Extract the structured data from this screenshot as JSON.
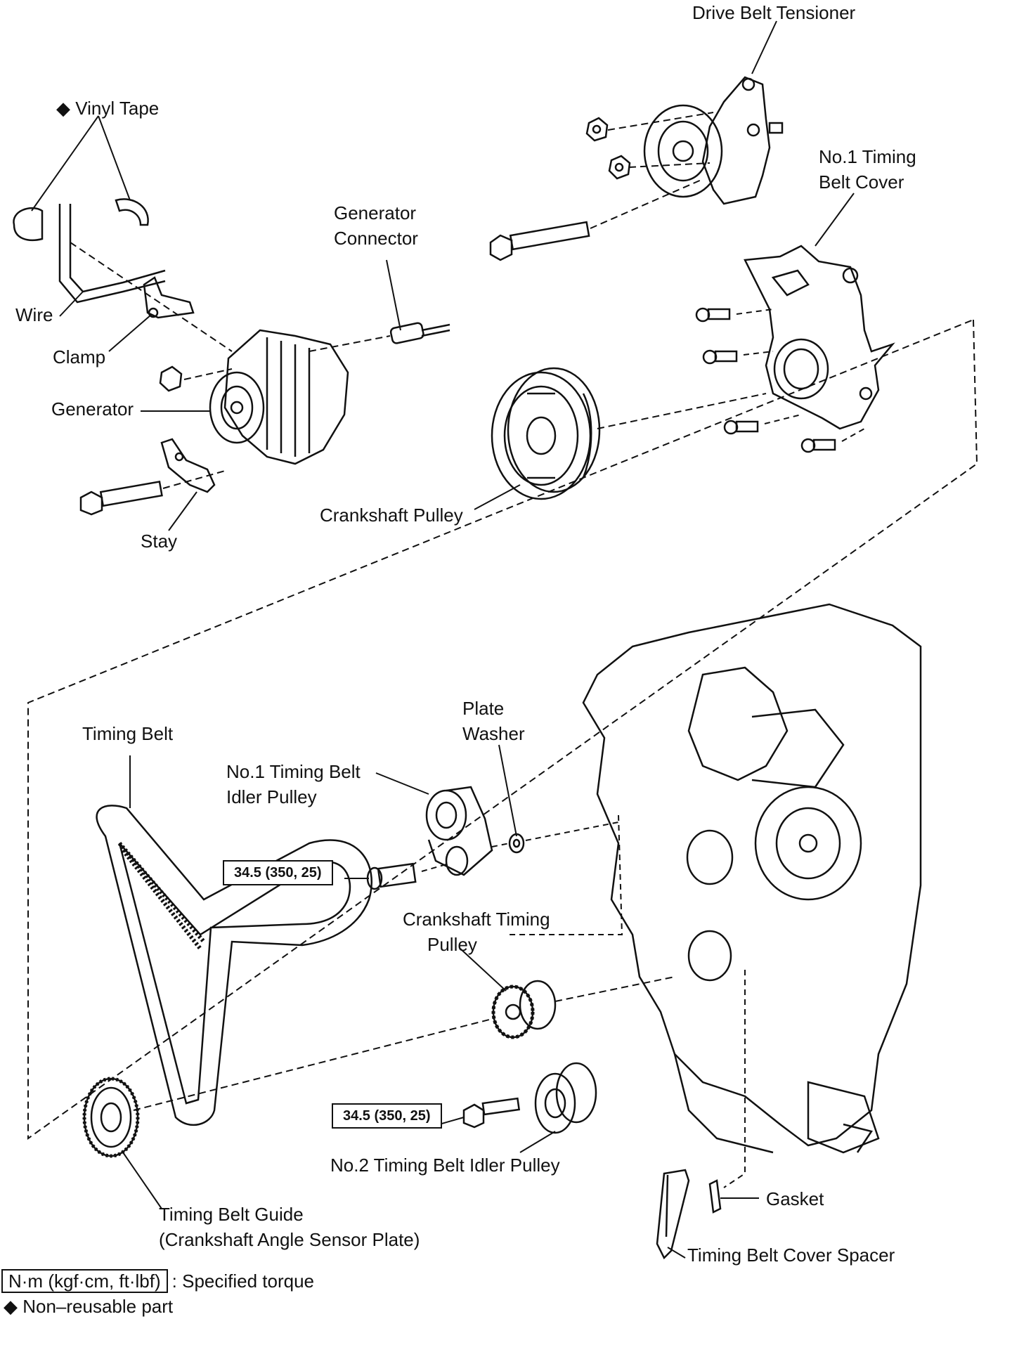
{
  "labels": {
    "drive_belt_tensioner": "Drive Belt Tensioner",
    "vinyl_tape": "◆ Vinyl Tape",
    "generator_connector": [
      "Generator",
      "Connector"
    ],
    "timing_belt_cover_1": [
      "No.1 Timing",
      "Belt Cover"
    ],
    "wire": "Wire",
    "clamp": "Clamp",
    "generator": "Generator",
    "stay": "Stay",
    "crankshaft_pulley": "Crankshaft Pulley",
    "timing_belt": "Timing Belt",
    "plate_washer": [
      "Plate",
      "Washer"
    ],
    "idler_pulley_1": [
      "No.1 Timing Belt",
      "Idler Pulley"
    ],
    "crankshaft_timing_pulley": [
      "Crankshaft Timing",
      "Pulley"
    ],
    "idler_pulley_2": "No.2 Timing Belt Idler Pulley",
    "gasket": "Gasket",
    "timing_belt_guide": [
      "Timing Belt Guide",
      "(Crankshaft Angle Sensor Plate)"
    ],
    "cover_spacer": "Timing Belt Cover Spacer"
  },
  "torques": {
    "idler_1": "34.5 (350, 25)",
    "idler_2": "34.5 (350, 25)"
  },
  "legend": {
    "torque_unit": "N·m (kgf·cm, ft·lbf)",
    "torque_text": ": Specified torque",
    "nonreusable": "◆ Non–reusable part"
  },
  "icons": [
    "bolt-icon",
    "nut-icon",
    "pulley-icon",
    "belt-icon",
    "generator-icon",
    "engine-block-icon"
  ]
}
